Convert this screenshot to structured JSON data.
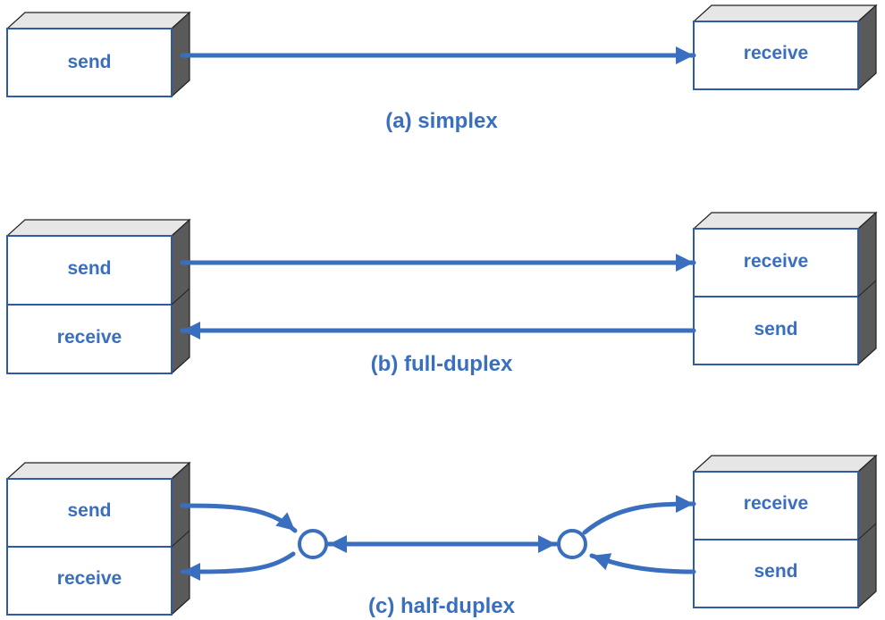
{
  "panels": {
    "simplex": {
      "caption": "(a)  simplex",
      "left": [
        "send"
      ],
      "right": [
        "receive"
      ]
    },
    "full_duplex": {
      "caption": "(b)  full-duplex",
      "left": [
        "send",
        "receive"
      ],
      "right": [
        "receive",
        "send"
      ]
    },
    "half_duplex": {
      "caption": "(c)  half-duplex",
      "left": [
        "send",
        "receive"
      ],
      "right": [
        "receive",
        "send"
      ]
    }
  },
  "colors": {
    "accent": "#3a6fbf",
    "box_top": "#e6e6e6",
    "box_side": "#5a5a5a"
  }
}
